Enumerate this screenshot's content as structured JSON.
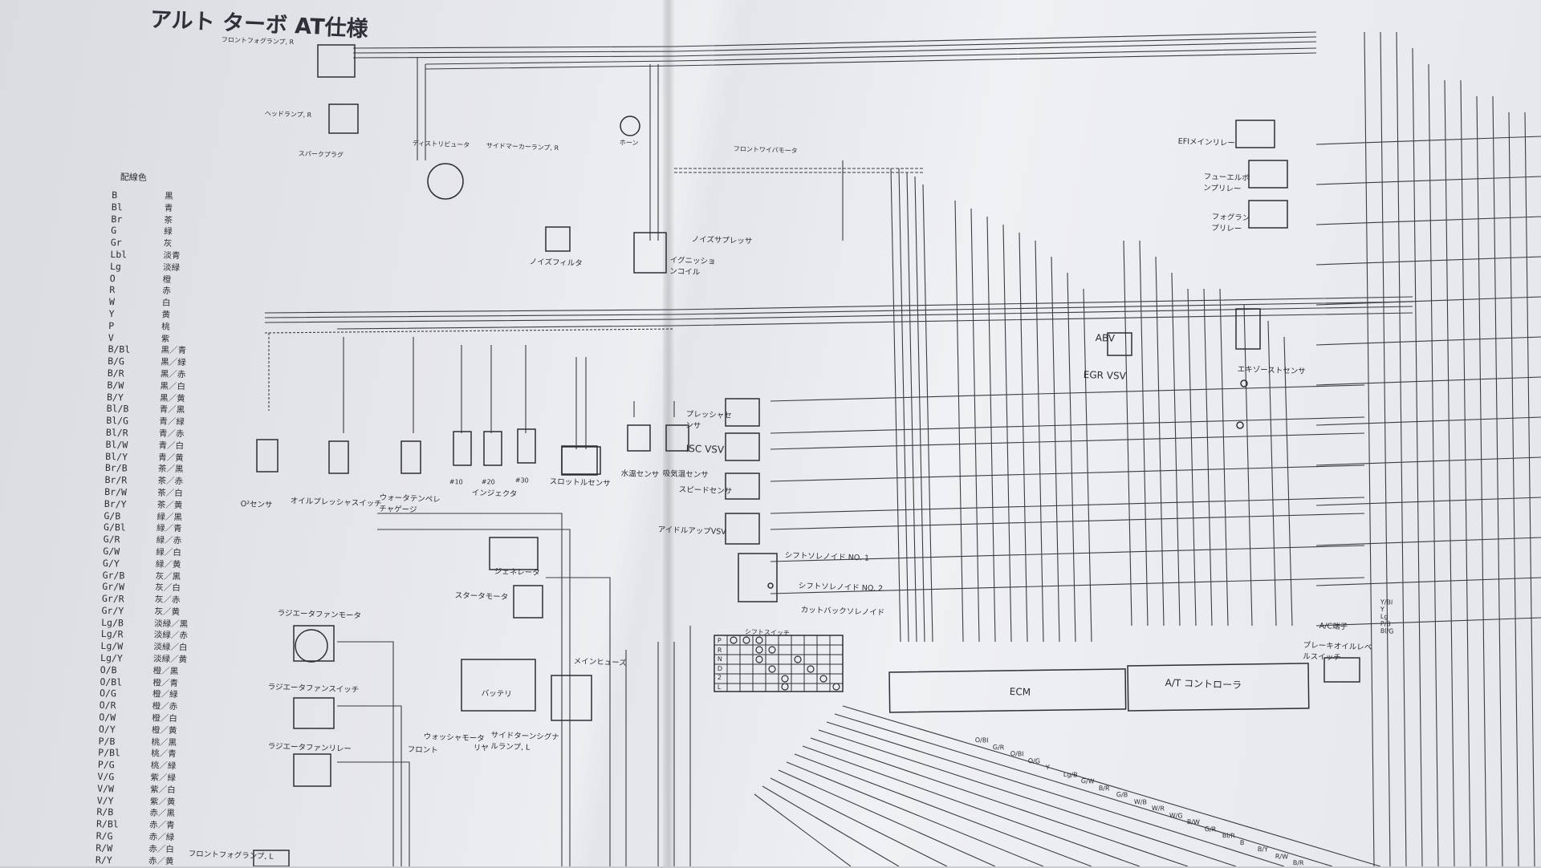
{
  "title": "アルト ターボ AT仕様",
  "legend": {
    "title": "配線色",
    "rows": [
      {
        "code": "B",
        "name": "黒"
      },
      {
        "code": "Bl",
        "name": "青"
      },
      {
        "code": "Br",
        "name": "茶"
      },
      {
        "code": "G",
        "name": "緑"
      },
      {
        "code": "Gr",
        "name": "灰"
      },
      {
        "code": "Lbl",
        "name": "淡青"
      },
      {
        "code": "Lg",
        "name": "淡緑"
      },
      {
        "code": "O",
        "name": "橙"
      },
      {
        "code": "R",
        "name": "赤"
      },
      {
        "code": "W",
        "name": "白"
      },
      {
        "code": "Y",
        "name": "黄"
      },
      {
        "code": "P",
        "name": "桃"
      },
      {
        "code": "V",
        "name": "紫"
      },
      {
        "code": "B/Bl",
        "name": "黒／青"
      },
      {
        "code": "B/G",
        "name": "黒／緑"
      },
      {
        "code": "B/R",
        "name": "黒／赤"
      },
      {
        "code": "B/W",
        "name": "黒／白"
      },
      {
        "code": "B/Y",
        "name": "黒／黄"
      },
      {
        "code": "Bl/B",
        "name": "青／黒"
      },
      {
        "code": "Bl/G",
        "name": "青／緑"
      },
      {
        "code": "Bl/R",
        "name": "青／赤"
      },
      {
        "code": "Bl/W",
        "name": "青／白"
      },
      {
        "code": "Bl/Y",
        "name": "青／黄"
      },
      {
        "code": "Br/B",
        "name": "茶／黒"
      },
      {
        "code": "Br/R",
        "name": "茶／赤"
      },
      {
        "code": "Br/W",
        "name": "茶／白"
      },
      {
        "code": "Br/Y",
        "name": "茶／黄"
      },
      {
        "code": "G/B",
        "name": "緑／黒"
      },
      {
        "code": "G/Bl",
        "name": "緑／青"
      },
      {
        "code": "G/R",
        "name": "緑／赤"
      },
      {
        "code": "G/W",
        "name": "緑／白"
      },
      {
        "code": "G/Y",
        "name": "緑／黄"
      },
      {
        "code": "Gr/B",
        "name": "灰／黒"
      },
      {
        "code": "Gr/W",
        "name": "灰／白"
      },
      {
        "code": "Gr/R",
        "name": "灰／赤"
      },
      {
        "code": "Gr/Y",
        "name": "灰／黄"
      },
      {
        "code": "Lg/B",
        "name": "淡緑／黒"
      },
      {
        "code": "Lg/R",
        "name": "淡緑／赤"
      },
      {
        "code": "Lg/W",
        "name": "淡緑／白"
      },
      {
        "code": "Lg/Y",
        "name": "淡緑／黄"
      },
      {
        "code": "O/B",
        "name": "橙／黒"
      },
      {
        "code": "O/Bl",
        "name": "橙／青"
      },
      {
        "code": "O/G",
        "name": "橙／緑"
      },
      {
        "code": "O/R",
        "name": "橙／赤"
      },
      {
        "code": "O/W",
        "name": "橙／白"
      },
      {
        "code": "O/Y",
        "name": "橙／黄"
      },
      {
        "code": "P/B",
        "name": "桃／黒"
      },
      {
        "code": "P/Bl",
        "name": "桃／青"
      },
      {
        "code": "P/G",
        "name": "桃／緑"
      },
      {
        "code": "V/G",
        "name": "紫／緑"
      },
      {
        "code": "V/W",
        "name": "紫／白"
      },
      {
        "code": "V/Y",
        "name": "紫／黄"
      },
      {
        "code": "R/B",
        "name": "赤／黒"
      },
      {
        "code": "R/Bl",
        "name": "赤／青"
      },
      {
        "code": "R/G",
        "name": "赤／緑"
      },
      {
        "code": "R/W",
        "name": "赤／白"
      },
      {
        "code": "R/Y",
        "name": "赤／黄"
      }
    ]
  },
  "components": {
    "o2_sensor": "O²センサ",
    "oil_pressure_switch": "オイルプレッシャスイッチ",
    "water_temp_gauge": "ウォータテンペレチャゲージ",
    "injector_1": "#10",
    "injector_2": "#20",
    "injector_3": "#30",
    "injectors": "インジェクタ",
    "throttle_sensor": "スロットルセンサ",
    "water_temp_sensor": "水温センサ",
    "intake_temp_sensor": "吸気温センサ",
    "pressure_sensor": "プレッシャセンサ",
    "isc_vsv": "ISC VSV",
    "speed_sensor": "スピードセンサ",
    "idle_up_vsv": "アイドルアップVSV",
    "shift_solenoid_1": "シフトソレノイド NO. 1",
    "shift_solenoid_2": "シフトソレノイド NO. 2",
    "cutback_solenoid": "カットバックソレノイド",
    "shift_switch": "シフトスイッチ",
    "ecm": "ECM",
    "at_controller": "A/T コントローラ",
    "ac_terminal": "A/C端子",
    "brake_oil_switch": "ブレーキオイルレベルスイッチ",
    "generator": "ジェネレータ",
    "starter_motor": "スタータモータ",
    "radiator_fan_motor": "ラジエータファンモータ",
    "radiator_fan_switch": "ラジエータファンスイッチ",
    "radiator_fan_relay": "ラジエータファンリレー",
    "battery": "バッテリ",
    "main_fuse": "メインヒューズ",
    "washer_motor": "ウォッシャモータ",
    "washer_front": "フロント",
    "washer_rear": "リヤ",
    "side_turn_lamp": "サイドターンシグナルランプ, L",
    "front_fog_lamp_l": "フロントフォグランプ, L",
    "abv": "ABV",
    "egr_vsv": "EGR VSV",
    "exhaust_sensor": "エキゾーストセンサ",
    "efi_main_relay": "EFIメインリレー",
    "fuel_pump_relay": "フューエルポンプリレー",
    "fog_lamp_relay": "フォグランプリレー",
    "noise_filter": "ノイズフィルタ",
    "ignition_coil": "イグニッションコイル",
    "noise_suppressor": "ノイズサプレッサ",
    "front_wiper_motor": "フロントワイパモータ",
    "distributor": "ディストリビュータ",
    "spark_plugs": "スパークプラグ",
    "horn": "ホーン",
    "side_marker_lamp": "サイドマーカーランプ, R",
    "head_lamp": "ヘッドランプ, R",
    "front_fog_r": "フロントフォグランプ, R"
  },
  "wire_codes": [
    "O/Bl",
    "G/R",
    "O/Bl",
    "O/G",
    "Y",
    "Lg/B",
    "G/W",
    "B/R",
    "G/B",
    "W/B",
    "W/R",
    "W/G",
    "B/W",
    "G/R",
    "Bl/R",
    "B",
    "B/Y",
    "R/W",
    "B/R"
  ],
  "ac_pins": [
    "Y/Bl",
    "Y",
    "Lg",
    "P/B",
    "Bl/G"
  ],
  "shift_grid_rows": [
    "P",
    "R",
    "N",
    "D",
    "2",
    "L"
  ]
}
